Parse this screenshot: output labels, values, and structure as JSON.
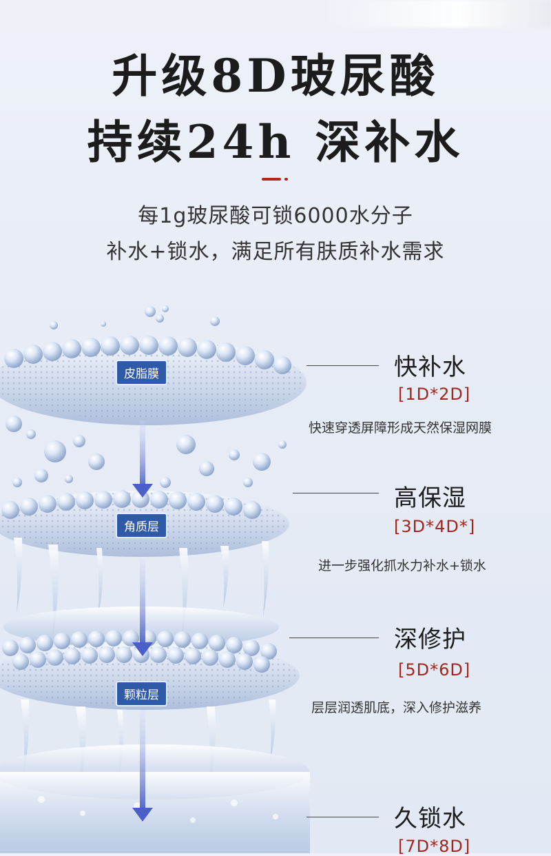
{
  "header": {
    "title_line1": "升级8D玻尿酸",
    "title_line2": "持续24h 深补水",
    "subtitle_line1": "每1g玻尿酸可锁6000水分子",
    "subtitle_line2": "补水+锁水，满足所有肤质补水需求"
  },
  "layers": [
    {
      "label": "皮脂膜"
    },
    {
      "label": "角质层"
    },
    {
      "label": "颗粒层"
    }
  ],
  "features": [
    {
      "title": "快补水",
      "code": "[1D*2D]",
      "desc": "快速穿透屏障形成天然保湿网膜"
    },
    {
      "title": "高保湿",
      "code": "[3D*4D*]",
      "desc": "进一步强化抓水力补水+锁水"
    },
    {
      "title": "深修护",
      "code": "[5D*6D]",
      "desc": "层层润透肌底，深入修护滋养"
    },
    {
      "title": "久锁水",
      "code": "[7D*8D]",
      "desc": ""
    }
  ],
  "colors": {
    "accent_red": "#b2261c",
    "label_blue": "#2f5aa8",
    "arrow_blue": "#4a5fc8"
  },
  "icons": {
    "down_arrow": "arrow-down-icon"
  }
}
